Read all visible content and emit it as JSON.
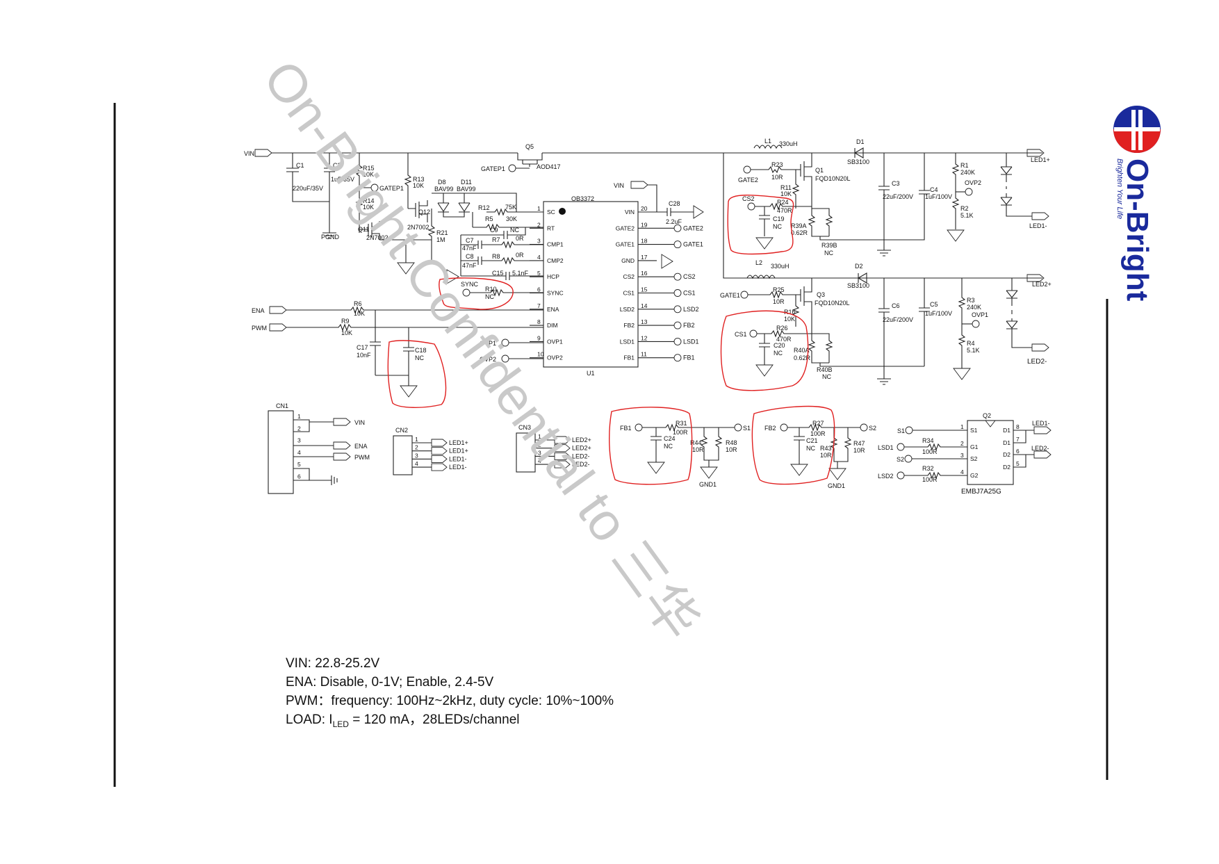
{
  "brand": {
    "name": "On-Bright",
    "tagline": "Brighten Your Life",
    "colors": {
      "blue": "#1a2a9c",
      "red": "#e02020"
    }
  },
  "watermark": "On-Bright Confidential to 三华",
  "ic": {
    "name": "OB3372",
    "ref": "U1",
    "left_pins": [
      {
        "num": "1",
        "name": "SC"
      },
      {
        "num": "2",
        "name": "RT"
      },
      {
        "num": "3",
        "name": "CMP1"
      },
      {
        "num": "4",
        "name": "CMP2"
      },
      {
        "num": "5",
        "name": "HCP"
      },
      {
        "num": "6",
        "name": "SYNC"
      },
      {
        "num": "7",
        "name": "ENA"
      },
      {
        "num": "8",
        "name": "DIM"
      },
      {
        "num": "9",
        "name": "OVP1"
      },
      {
        "num": "10",
        "name": "OVP2"
      }
    ],
    "right_pins": [
      {
        "num": "20",
        "name": "VIN"
      },
      {
        "num": "19",
        "name": "GATE2"
      },
      {
        "num": "18",
        "name": "GATE1"
      },
      {
        "num": "17",
        "name": "GND"
      },
      {
        "num": "16",
        "name": "CS2"
      },
      {
        "num": "15",
        "name": "CS1"
      },
      {
        "num": "14",
        "name": "LSD2"
      },
      {
        "num": "13",
        "name": "FB2"
      },
      {
        "num": "12",
        "name": "LSD1"
      },
      {
        "num": "11",
        "name": "FB1"
      }
    ],
    "right_nets": [
      "",
      "GATE2",
      "GATE1",
      "",
      "CS2",
      "CS1",
      "LSD2",
      "FB2",
      "LSD1",
      "FB1"
    ]
  },
  "nets": {
    "vin": "VIN",
    "ena": "ENA",
    "pwm": "PWM",
    "pgnd": "PGND",
    "gatep1": "GATEP1",
    "gate1": "GATE1",
    "gate2": "GATE2",
    "cs1": "CS1",
    "cs2": "CS2",
    "ovp1": "OVP1",
    "ovp2": "OVP2",
    "sync": "SYNC",
    "fb1": "FB1",
    "fb2": "FB2",
    "s1": "S1",
    "s2": "S2",
    "lsd1": "LSD1",
    "lsd2": "LSD2",
    "gnd1": "GND1",
    "led1p": "LED1+",
    "led1m": "LED1-",
    "led2p": "LED2+",
    "led2m": "LED2-"
  },
  "labels": {
    "c1": "C1",
    "c1v": "220uF/35V",
    "c2": "C2",
    "c2v": "1uF/35V",
    "r15": "R15",
    "r15v": "10K",
    "r14": "R14",
    "r14v": "10K",
    "r13": "R13",
    "r13v": "10K",
    "q11": "Q11",
    "q11v": "2N7002",
    "q12": "Q12",
    "q12v": "2N7002",
    "r21": "R21",
    "r21v": "1M",
    "q5": "Q5",
    "q5v": "AOD417",
    "d8": "D8",
    "d8v": "BAV99",
    "d11": "D11",
    "d11v": "BAV99",
    "r12": "R12",
    "r12v": "75K",
    "r5": "R5",
    "r5v": "30K",
    "c9": "C9",
    "c9v": "NC",
    "c7": "C7",
    "c7v": "47nF",
    "r7": "R7",
    "r7v": "0R",
    "c8": "C8",
    "c8v": "47nF",
    "r8": "R8",
    "r8v": "0R",
    "c15": "C15",
    "c15v": "5.1nF",
    "r10": "R10",
    "r10v": "NC",
    "r6": "R6",
    "r6v": "10K",
    "r9": "R9",
    "r9v": "10K",
    "c17": "C17",
    "c17v": "10nF",
    "c18": "C18",
    "c18v": "NC",
    "c28": "C28",
    "c28v": "2.2uF",
    "l1": "L1",
    "l1v": "330uH",
    "d1": "D1",
    "d1v": "SB3100",
    "r23": "R23",
    "r23v": "10R",
    "q1": "Q1",
    "q1v": "FQD10N20L",
    "r11": "R11",
    "r11v": "10K",
    "r24": "R24",
    "r24v": "470R",
    "c19": "C19",
    "c19v": "NC",
    "r39a": "R39A",
    "r39av": "0.62R",
    "r39b": "R39B",
    "r39bv": "NC",
    "c3": "C3",
    "c3v": "22uF/200V",
    "c4": "C4",
    "c4v": "1uF/100V",
    "r1": "R1",
    "r1v": "240K",
    "r2": "R2",
    "r2v": "5.1K",
    "l2": "L2",
    "l2v": "330uH",
    "d2": "D2",
    "d2v": "SB3100",
    "r25": "R25",
    "r25v": "10R",
    "q3": "Q3",
    "q3v": "FQD10N20L",
    "r16": "R16",
    "r16v": "10K",
    "r26": "R26",
    "r26v": "470R",
    "c20": "C20",
    "c20v": "NC",
    "r40a": "R40A",
    "r40av": "0.62R",
    "r40b": "R40B",
    "r40bv": "NC",
    "c6": "C6",
    "c6v": "22uF/200V",
    "c5": "C5",
    "c5v": "1uF/100V",
    "r3": "R3",
    "r3v": "240K",
    "r4": "R4",
    "r4v": "5.1K",
    "r31": "R31",
    "r31v": "100R",
    "c24": "C24",
    "c24v": "NC",
    "r44": "R44",
    "r44v": "10R",
    "r48": "R48",
    "r48v": "10R",
    "r27": "R27",
    "r27v": "100R",
    "c21": "C21",
    "c21v": "NC",
    "r43": "R43",
    "r43v": "10R",
    "r47": "R47",
    "r47v": "10R",
    "q2": "Q2",
    "q2v": "EMBJ7A25G",
    "r34": "R34",
    "r34v": "100R",
    "r32": "R32",
    "r32v": "100R"
  },
  "q2pins": {
    "left": [
      {
        "num": "1",
        "name": "S1"
      },
      {
        "num": "2",
        "name": "G1"
      },
      {
        "num": "3",
        "name": "S2"
      },
      {
        "num": "4",
        "name": "G2"
      }
    ],
    "right": [
      {
        "num": "8",
        "name": "D1"
      },
      {
        "num": "7",
        "name": "D1"
      },
      {
        "num": "6",
        "name": "D2"
      },
      {
        "num": "5",
        "name": "D2"
      }
    ]
  },
  "connectors": {
    "cn1": {
      "ref": "CN1",
      "pins": [
        "1",
        "2",
        "3",
        "4",
        "5",
        "6"
      ],
      "nets": [
        "VIN",
        "ENA",
        "PWM"
      ]
    },
    "cn2": {
      "ref": "CN2",
      "pins": [
        "1",
        "2",
        "3",
        "4"
      ],
      "nets": [
        "LED1+",
        "LED1+",
        "LED1-",
        "LED1-"
      ]
    },
    "cn3": {
      "ref": "CN3",
      "pins": [
        "1",
        "2",
        "3",
        "4"
      ],
      "nets": [
        "LED2+",
        "LED2+",
        "LED2-",
        "LED2-"
      ]
    }
  },
  "notes": {
    "vin": "VIN: 22.8-25.2V",
    "ena": "ENA: Disable, 0-1V; Enable, 2.4-5V",
    "pwm": "PWM：frequency: 100Hz~2kHz, duty cycle: 10%~100%",
    "load_prefix": "LOAD: I",
    "load_sub": "LED",
    "load_suffix": " = 120 mA，28LEDs/channel"
  }
}
